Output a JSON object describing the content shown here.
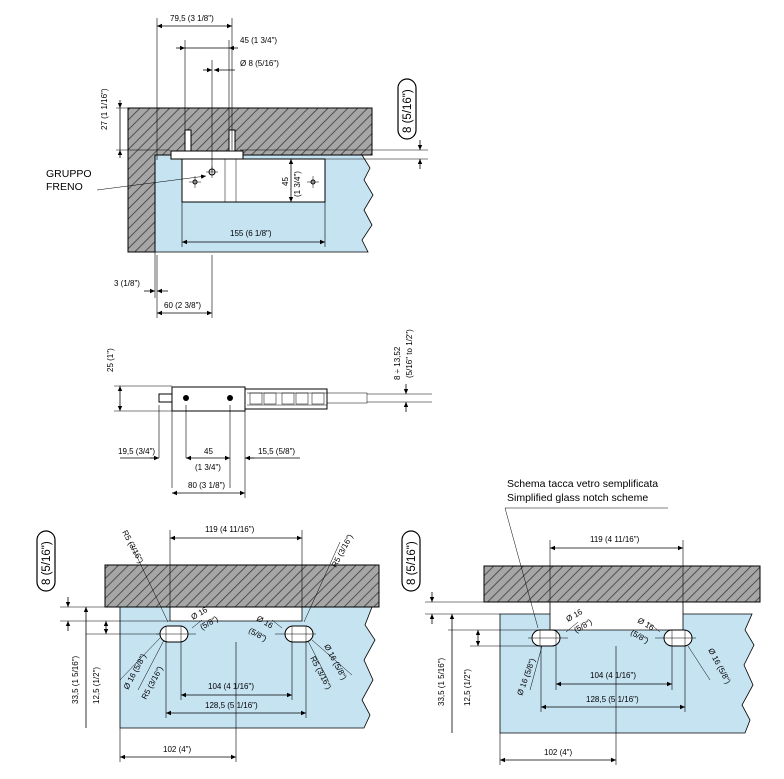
{
  "top_view": {
    "label_brake": [
      "GRUPPO",
      "FRENO"
    ],
    "d_79_5": "79,5 (3  1/8\")",
    "d_45": "45 (1  3/4\")",
    "d_phi8": "Ø 8 (5/16\")",
    "d_27": "27 (1 1/16\")",
    "d_8_badge": "8 (5/16\")",
    "d_45v": "45",
    "d_45v_in": "(1  3/4\")",
    "d_155": "155 (6  1/8\")",
    "d_3": "3 (1/8\")",
    "d_60": "60 (2  3/8\")"
  },
  "side_view": {
    "d_25": "25 (1\")",
    "d_8_13": "8 ÷ 13,52",
    "d_8_13_in": "(5/16\" to 1/2\")",
    "d_19_5": "19,5 (3/4\")",
    "d_45": "45",
    "d_45_in": "(1  3/4\")",
    "d_15_5": "15,5 (5/8\")",
    "d_80": "80 (3  1/8\")"
  },
  "notch_left": {
    "d_8_badge": "8 (5/16\")",
    "d_119": "119 (4  11/16\")",
    "r5_a": "R5 (3/16\")",
    "r5_b": "R5 (3/16\")",
    "r5_c": "R5 (3/16\")",
    "r5_d": "R5 (3/16\")",
    "phi16_a": "Ø 16",
    "phi16_a_in": "(5/8\")",
    "phi16_b": "Ø 16",
    "phi16_b_in": "(5/8\")",
    "phi16_c": "Ø 16 (5/8\")",
    "phi16_d": "Ø 16 (5/8\")",
    "d_33_5": "33,5 (1  5/16\")",
    "d_12_5": "12,5 (1/2\")",
    "d_104": "104 (4  1/16\")",
    "d_128_5": "128,5 (5  1/16\")",
    "d_102": "102 (4\")"
  },
  "notch_right": {
    "title_it": "Schema tacca vetro semplificata",
    "title_en": "Simplified glass notch scheme",
    "d_8_badge": "8 (5/16\")",
    "d_119": "119 (4  11/16\")",
    "phi16_a": "Ø 16",
    "phi16_a_in": "(5/8\")",
    "phi16_b": "Ø 16",
    "phi16_b_in": "(5/8\")",
    "phi16_c": "Ø 16 (5/8\")",
    "phi16_d": "Ø 16 (5/8\")",
    "d_33_5": "33,5 (1  5/16\")",
    "d_12_5": "12,5 (1/2\")",
    "d_104": "104 (4  1/16\")",
    "d_128_5": "128,5 (5  1/16\")",
    "d_102": "102 (4\")"
  }
}
